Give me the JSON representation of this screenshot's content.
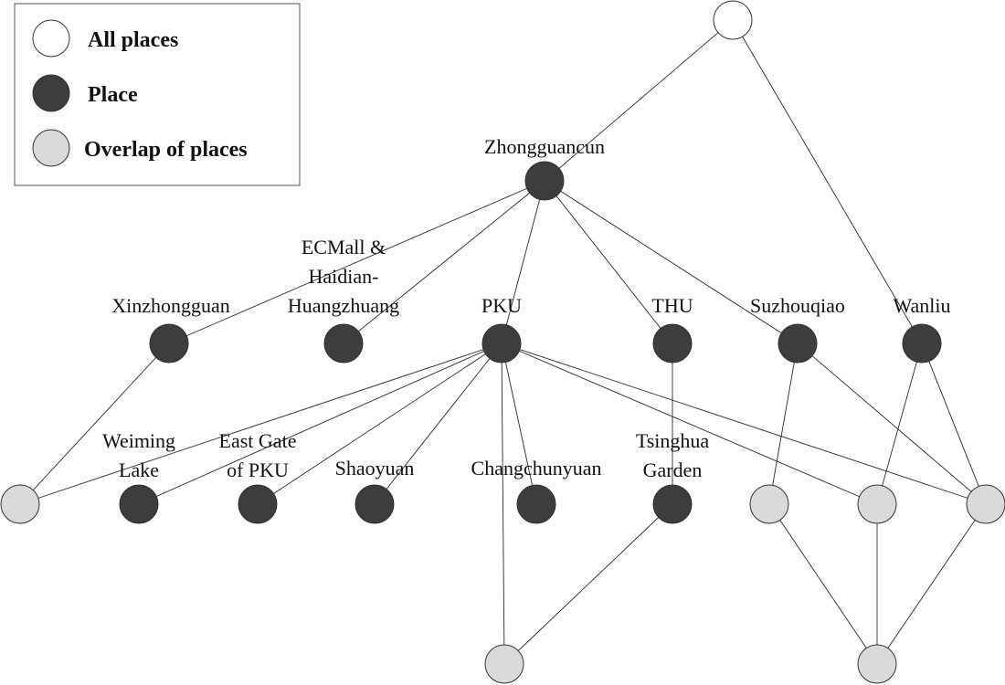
{
  "colors": {
    "all_places": "#ffffff",
    "place": "#3d3d3d",
    "overlap": "#d9d9d9",
    "edge": "#2a2a2a"
  },
  "legend": {
    "all_places": "All places",
    "place": "Place",
    "overlap": "Overlap of places"
  },
  "nodes": {
    "root": {
      "kind": "all_places",
      "label": []
    },
    "zhongguancun": {
      "kind": "place",
      "label": [
        "Zhongguancun"
      ]
    },
    "xinzhongguan": {
      "kind": "place",
      "label": [
        "Xinzhongguan"
      ]
    },
    "ecmall": {
      "kind": "place",
      "label": [
        "ECMall &",
        "Haidian-",
        "Huangzhuang"
      ]
    },
    "pku": {
      "kind": "place",
      "label": [
        "PKU"
      ]
    },
    "thu": {
      "kind": "place",
      "label": [
        "THU"
      ]
    },
    "suzhouqiao": {
      "kind": "place",
      "label": [
        "Suzhouqiao"
      ]
    },
    "wanliu": {
      "kind": "place",
      "label": [
        "Wanliu"
      ]
    },
    "overlap_xinzhongguan_pku": {
      "kind": "overlap",
      "label": []
    },
    "weiming_lake": {
      "kind": "place",
      "label": [
        "Weiming",
        "Lake"
      ]
    },
    "east_gate_pku": {
      "kind": "place",
      "label": [
        "East Gate",
        "of PKU"
      ]
    },
    "shaoyuan": {
      "kind": "place",
      "label": [
        "Shaoyuan"
      ]
    },
    "changchunyuan": {
      "kind": "place",
      "label": [
        "Changchunyuan"
      ]
    },
    "tsinghua_garden": {
      "kind": "place",
      "label": [
        "Tsinghua",
        "Garden"
      ]
    },
    "overlap_pku_suzhouqiao": {
      "kind": "overlap",
      "label": []
    },
    "overlap_pku_wanliu": {
      "kind": "overlap",
      "label": []
    },
    "overlap_pku_suzhouqiao_wanliu": {
      "kind": "overlap",
      "label": []
    },
    "overlap_pku_tsinghua_garden": {
      "kind": "overlap",
      "label": []
    },
    "overlap_bottom_right": {
      "kind": "overlap",
      "label": []
    }
  },
  "edges": [
    [
      "root",
      "zhongguancun"
    ],
    [
      "root",
      "wanliu"
    ],
    [
      "zhongguancun",
      "xinzhongguan"
    ],
    [
      "zhongguancun",
      "ecmall"
    ],
    [
      "zhongguancun",
      "pku"
    ],
    [
      "zhongguancun",
      "thu"
    ],
    [
      "zhongguancun",
      "suzhouqiao"
    ],
    [
      "xinzhongguan",
      "overlap_xinzhongguan_pku"
    ],
    [
      "pku",
      "overlap_xinzhongguan_pku"
    ],
    [
      "pku",
      "weiming_lake"
    ],
    [
      "pku",
      "east_gate_pku"
    ],
    [
      "pku",
      "shaoyuan"
    ],
    [
      "pku",
      "changchunyuan"
    ],
    [
      "pku",
      "overlap_pku_tsinghua_garden"
    ],
    [
      "pku",
      "overlap_pku_wanliu"
    ],
    [
      "pku",
      "overlap_pku_suzhouqiao_wanliu"
    ],
    [
      "thu",
      "tsinghua_garden"
    ],
    [
      "tsinghua_garden",
      "overlap_pku_tsinghua_garden"
    ],
    [
      "suzhouqiao",
      "overlap_pku_suzhouqiao"
    ],
    [
      "suzhouqiao",
      "overlap_pku_suzhouqiao_wanliu"
    ],
    [
      "wanliu",
      "overlap_pku_wanliu"
    ],
    [
      "wanliu",
      "overlap_pku_suzhouqiao_wanliu"
    ],
    [
      "overlap_pku_suzhouqiao",
      "overlap_bottom_right"
    ],
    [
      "overlap_pku_wanliu",
      "overlap_bottom_right"
    ],
    [
      "overlap_pku_suzhouqiao_wanliu",
      "overlap_bottom_right"
    ]
  ]
}
